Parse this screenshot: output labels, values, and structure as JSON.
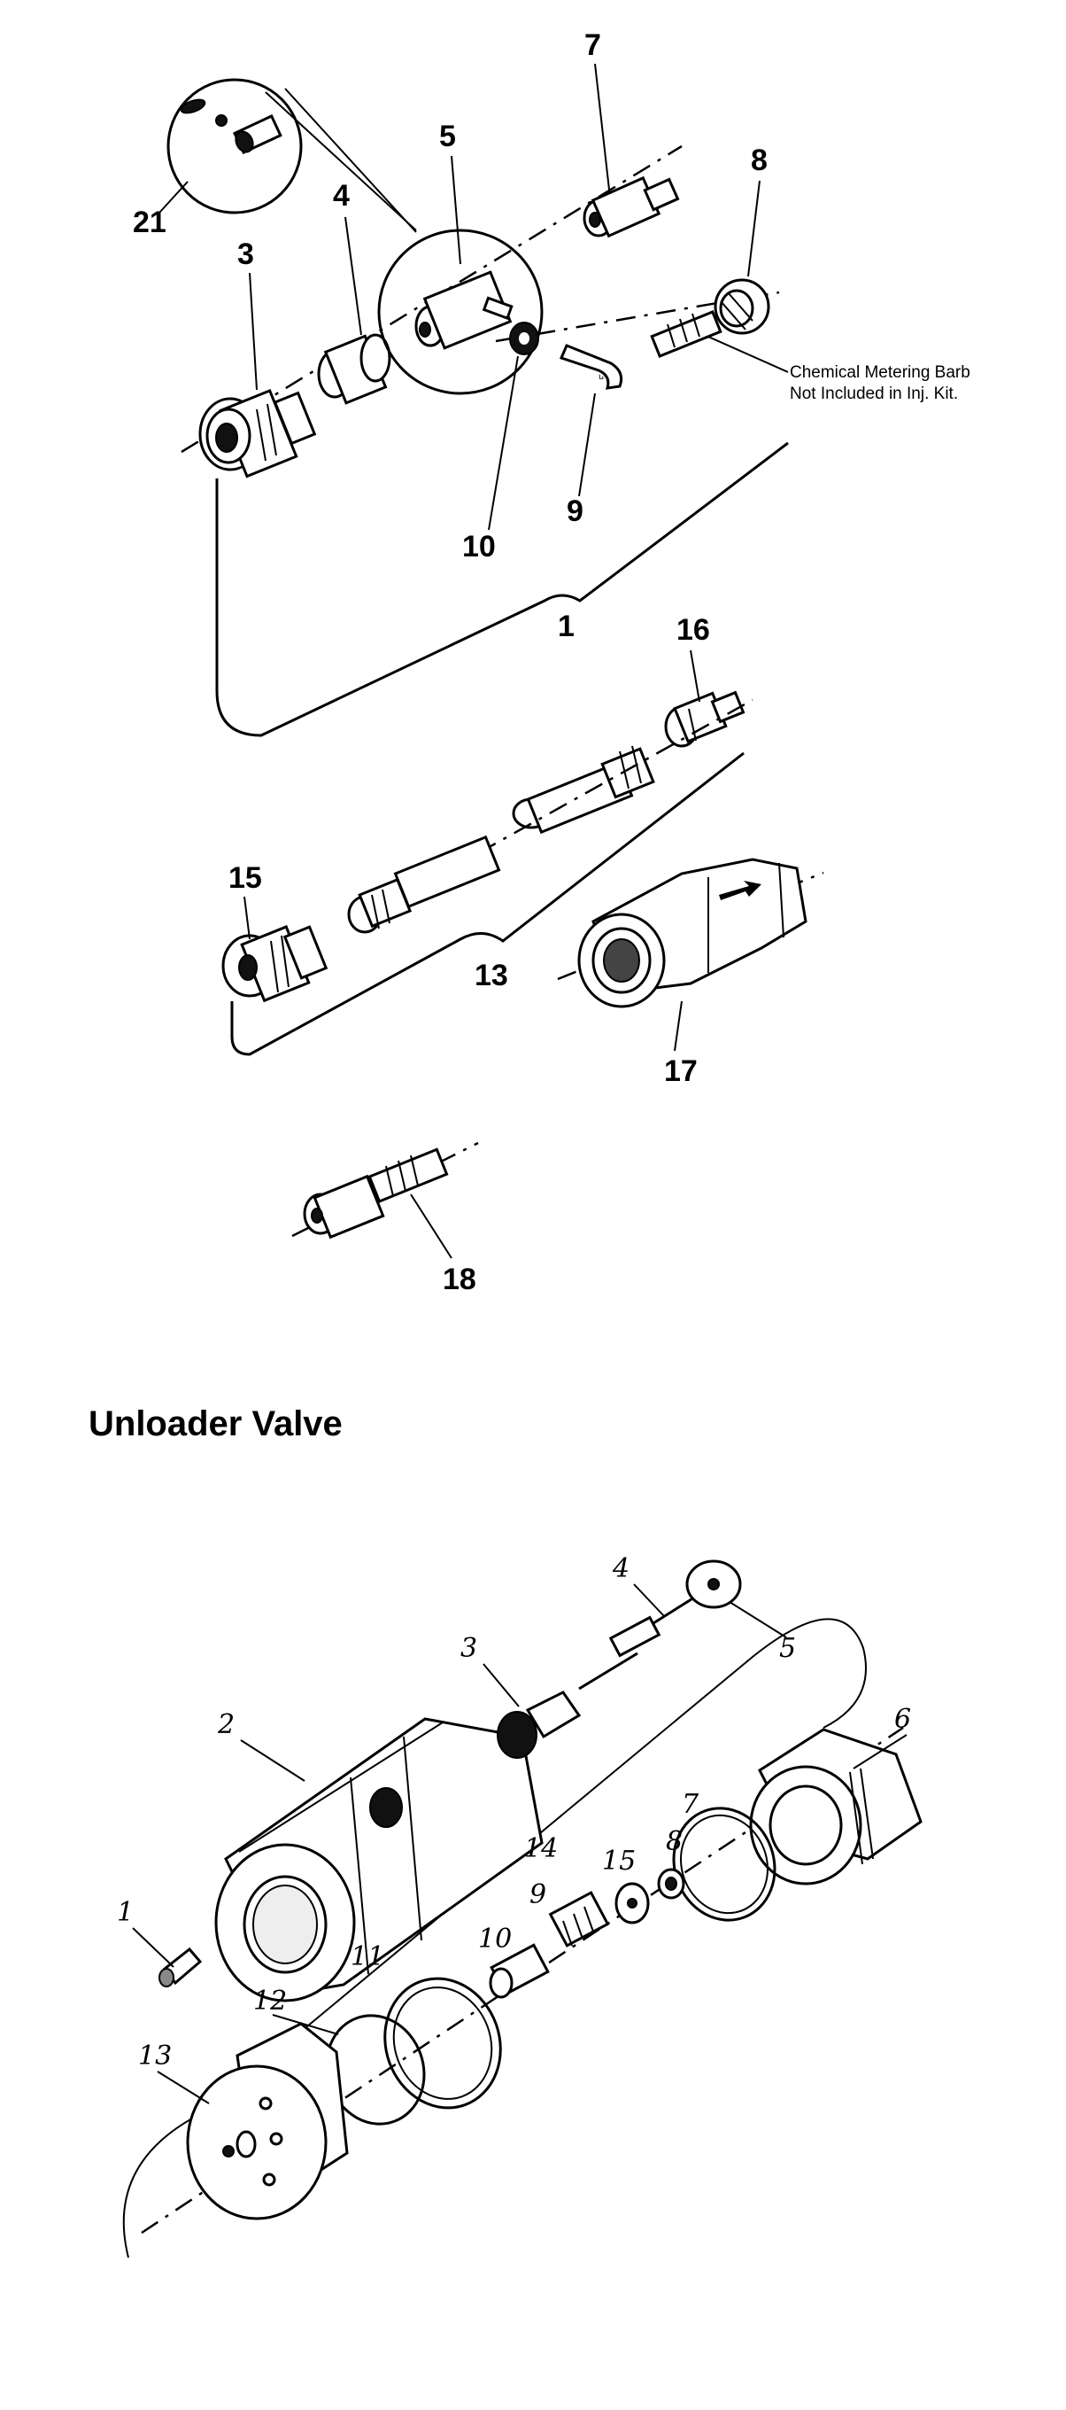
{
  "injector_kit": {
    "callouts": {
      "c1": "1",
      "c3": "3",
      "c4": "4",
      "c5": "5",
      "c7": "7",
      "c8": "8",
      "c9": "9",
      "c10": "10",
      "c13": "13",
      "c15": "15",
      "c16": "16",
      "c17": "17",
      "c18": "18",
      "c21": "21"
    },
    "note_line1": "Chemical Metering Barb",
    "note_line2": "Not Included in Inj. Kit."
  },
  "unloader_valve": {
    "title": "Unloader Valve",
    "callouts": {
      "u1": "1",
      "u2": "2",
      "u3": "3",
      "u4": "4",
      "u5": "5",
      "u6": "6",
      "u7": "7",
      "u8": "8",
      "u9": "9",
      "u10": "10",
      "u11": "11",
      "u12": "12",
      "u13": "13",
      "u14": "14",
      "u15": "15"
    }
  }
}
